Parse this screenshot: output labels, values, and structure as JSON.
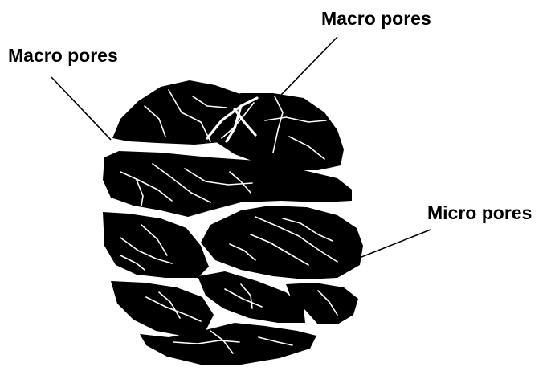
{
  "labels": {
    "macro_pores_top": "Macro pores",
    "macro_pores_left": "Macro pores",
    "micro_pores": "Micro pores"
  },
  "colors": {
    "soil": "#000000",
    "pores": "#ffffff",
    "leader": "#000000"
  }
}
